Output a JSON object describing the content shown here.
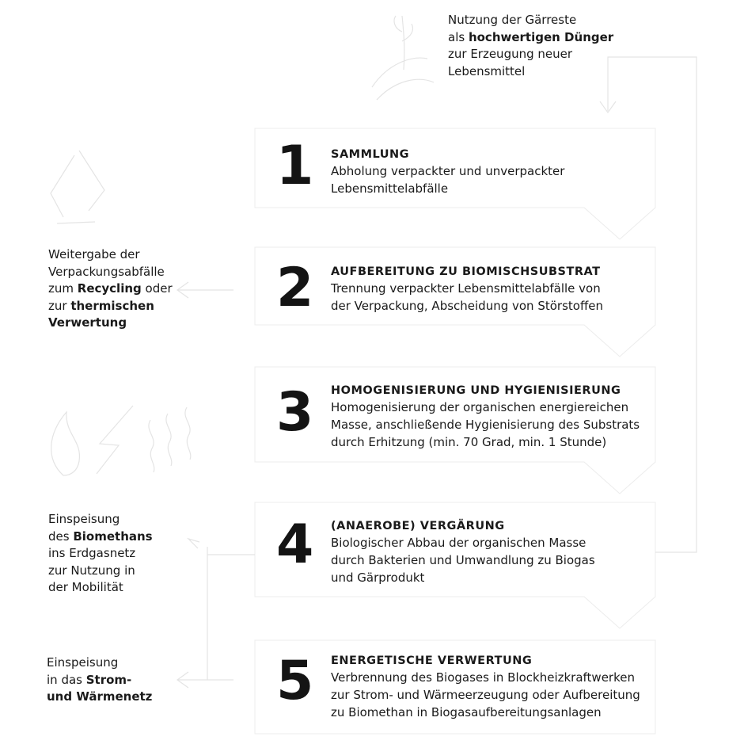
{
  "top_note": {
    "lines": [
      [
        {
          "t": "Nutzung der Gärreste"
        }
      ],
      [
        {
          "t": "als "
        },
        {
          "t": "hochwertigen Dünger",
          "b": true
        }
      ],
      [
        {
          "t": "zur Erzeugung neuer"
        }
      ],
      [
        {
          "t": "Lebensmittel"
        }
      ]
    ],
    "icon": "plant-in-hand-icon"
  },
  "steps": [
    {
      "number": "1",
      "title": "SAMMLUNG",
      "desc_lines": [
        "Abholung verpackter und unverpackter",
        "Lebensmittelabfälle"
      ]
    },
    {
      "number": "2",
      "title": "AUFBEREITUNG ZU BIOMISCHSUBSTRAT",
      "desc_lines": [
        "Trennung verpackter Lebensmittelabfälle von",
        "der Verpackung, Abscheidung von Störstoffen"
      ]
    },
    {
      "number": "3",
      "title": "HOMOGENISIERUNG UND HYGIENISIERUNG",
      "desc_lines": [
        "Homogenisierung der organischen energiereichen",
        "Masse, anschließende Hygienisierung des Substrats",
        "durch Erhitzung (min. 70 Grad, min. 1 Stunde)"
      ]
    },
    {
      "number": "4",
      "title": "(ANAEROBE) VERGÄRUNG",
      "desc_lines": [
        "Biologischer Abbau der organischen Masse",
        "durch Bakterien und Umwandlung zu Biogas",
        "und Gärprodukt"
      ]
    },
    {
      "number": "5",
      "title": "ENERGETISCHE VERWERTUNG",
      "desc_lines": [
        "Verbrennung des Biogases in Blockheizkraftwerken",
        "zur Strom- und Wärmeerzeugung oder Aufbereitung",
        "zu Biomethan in Biogasaufbereitungsanlagen"
      ]
    }
  ],
  "side_notes": {
    "recycling": {
      "lines": [
        [
          {
            "t": "Weitergabe der"
          }
        ],
        [
          {
            "t": "Verpackungsabfälle"
          }
        ],
        [
          {
            "t": "zum "
          },
          {
            "t": "Recycling",
            "b": true
          },
          {
            "t": " oder"
          }
        ],
        [
          {
            "t": "zur "
          },
          {
            "t": "thermischen",
            "b": true
          }
        ],
        [
          {
            "t": "Verwertung",
            "b": true
          }
        ]
      ],
      "icon": "recycling-icon"
    },
    "biomethan": {
      "lines": [
        [
          {
            "t": "Einspeisung"
          }
        ],
        [
          {
            "t": "des "
          },
          {
            "t": "Biomethans",
            "b": true
          }
        ],
        [
          {
            "t": "ins Erdgasnetz"
          }
        ],
        [
          {
            "t": "zur Nutzung in"
          }
        ],
        [
          {
            "t": "der Mobilität"
          }
        ]
      ]
    },
    "strom": {
      "lines": [
        [
          {
            "t": "Einspeisung"
          }
        ],
        [
          {
            "t": "in das "
          },
          {
            "t": "Strom-",
            "b": true
          }
        ],
        [
          {
            "t": "und Wärmenetz",
            "b": true
          }
        ]
      ],
      "icons": [
        "flame-icon",
        "lightning-icon",
        "heat-waves-icon"
      ]
    }
  }
}
